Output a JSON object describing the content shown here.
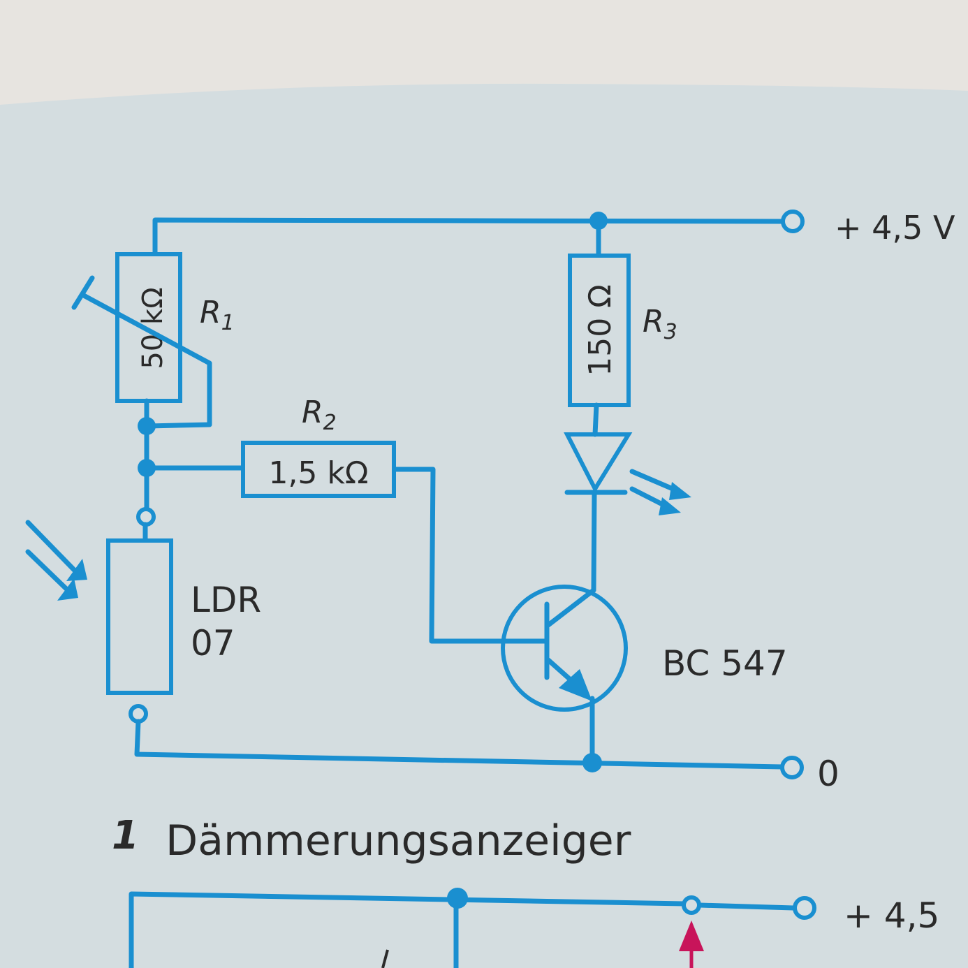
{
  "figure_1": {
    "caption_number": "1",
    "caption_title": "Dämmerungsanzeiger",
    "supply_label": "+ 4,5 V",
    "ground_label": "0",
    "r1": {
      "name": "R",
      "sub": "1",
      "value": "50 kΩ"
    },
    "r2": {
      "name": "R",
      "sub": "2",
      "value": "1,5 kΩ"
    },
    "r3": {
      "name": "R",
      "sub": "3",
      "value": "150 Ω"
    },
    "ldr": {
      "line1": "LDR",
      "line2": "07"
    },
    "transistor": "BC 547"
  },
  "figure_2": {
    "supply_label": "+ 4,5"
  },
  "colors": {
    "wire": "#1a8fd0",
    "panel": "#d6dfe2",
    "paper": "#e7e4e0",
    "marker_arrow": "#c8145a"
  }
}
